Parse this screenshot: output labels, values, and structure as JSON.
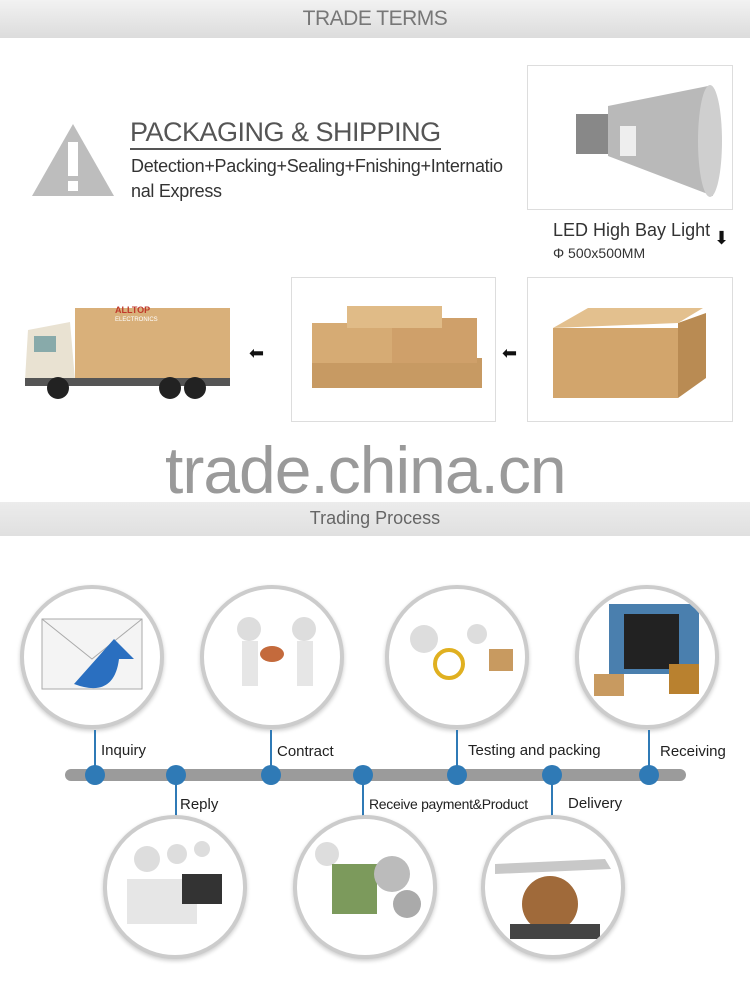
{
  "header": {
    "title": "TRADE TERMS"
  },
  "packaging": {
    "title": "PACKAGING & SHIPPING",
    "description": "Detection+Packing+Sealing+Fnishing+International Express",
    "product_label": "LED High Bay Light",
    "product_size": "Φ 500x500MM",
    "box_brand": "ALLTOP",
    "box_brand_sub": "ELECTRONICS"
  },
  "watermark": "trade.china.cn",
  "process": {
    "title": "Trading Process",
    "steps": [
      "Inquiry",
      "Reply",
      "Contract",
      "Receive payment&Product",
      "Testing and packing",
      "Delivery",
      "Receiving"
    ]
  },
  "colors": {
    "accent": "#2f7ab6",
    "bar": "#9b9b9b"
  }
}
